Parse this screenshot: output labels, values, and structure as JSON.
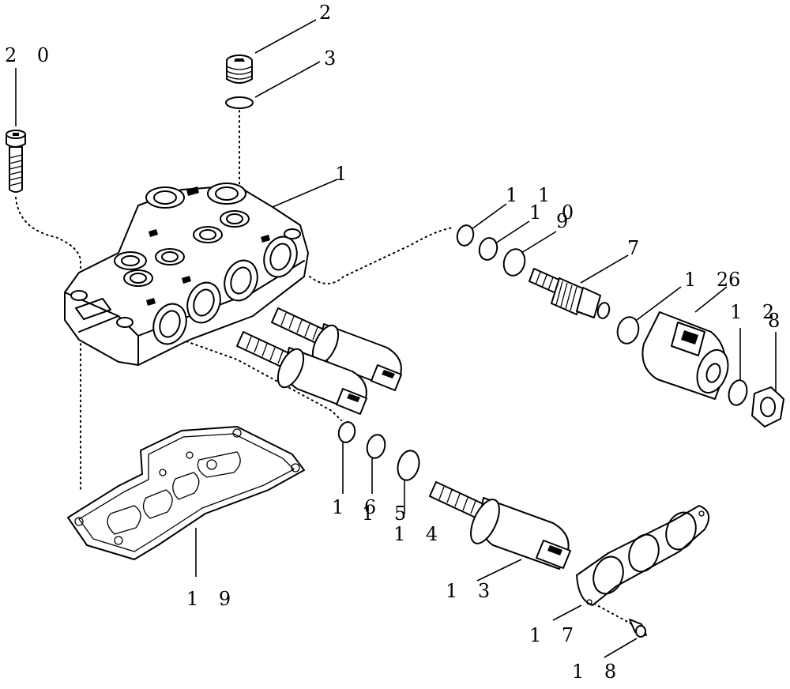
{
  "callouts": [
    {
      "id": "1",
      "text": "1"
    },
    {
      "id": "2",
      "text": "2"
    },
    {
      "id": "3",
      "text": "3"
    },
    {
      "id": "6",
      "text": "6"
    },
    {
      "id": "7",
      "text": "7"
    },
    {
      "id": "8",
      "text": "8"
    },
    {
      "id": "9",
      "text": "9"
    },
    {
      "id": "10",
      "text": "1 0"
    },
    {
      "id": "11",
      "text": "1 1"
    },
    {
      "id": "12a",
      "text": "1 2"
    },
    {
      "id": "12b",
      "text": "1 2"
    },
    {
      "id": "13",
      "text": "1 3"
    },
    {
      "id": "14",
      "text": "1 4"
    },
    {
      "id": "15",
      "text": "1 5"
    },
    {
      "id": "16",
      "text": "1 6"
    },
    {
      "id": "17",
      "text": "1 7"
    },
    {
      "id": "18",
      "text": "1 8"
    },
    {
      "id": "19",
      "text": "1 9"
    },
    {
      "id": "20",
      "text": "2 0"
    }
  ]
}
